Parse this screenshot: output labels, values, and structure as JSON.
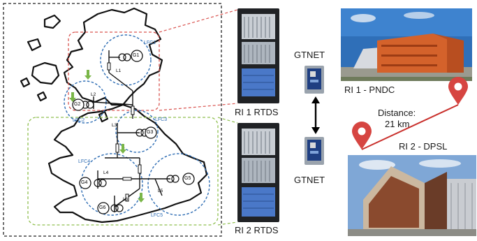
{
  "map": {
    "lfc_labels": [
      "LFC1",
      "LFC2",
      "LFC3",
      "LFC4",
      "LFC5"
    ],
    "generators": [
      "G1",
      "G2",
      "G3",
      "G4",
      "G5",
      "G6"
    ],
    "loads": [
      "L1",
      "L2",
      "L3",
      "L4",
      "L5",
      "L6"
    ]
  },
  "racks": {
    "top_label": "RI 1 RTDS",
    "bottom_label": "RI 2 RTDS"
  },
  "gtnet": {
    "top_label": "GTNET",
    "bottom_label": "GTNET"
  },
  "sites": {
    "top_label": "RI 1 - PNDC",
    "bottom_label": "RI 2 - DPSL",
    "distance_line1": "Distance:",
    "distance_line2": "21 km"
  },
  "colors": {
    "frame": "#222222",
    "region1_dashed": "#d9534f",
    "region2_dashed": "#8fbf4f",
    "lfc_circle": "#2e6db4",
    "pin": "#d64541",
    "route_line": "#c9302c"
  }
}
